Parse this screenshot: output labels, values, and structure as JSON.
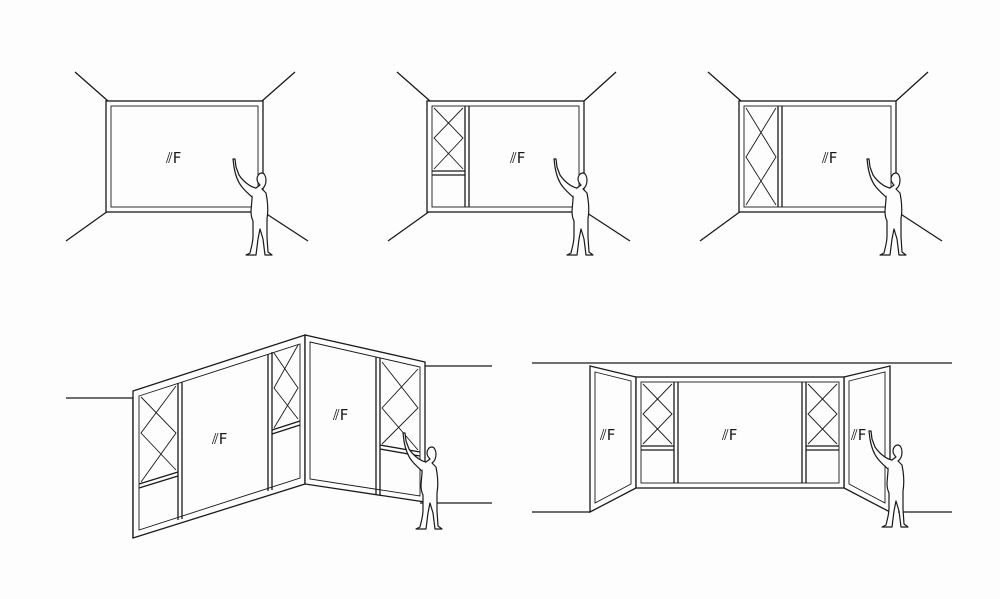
{
  "glass_label": "⫽F",
  "diagrams": [
    {
      "name": "single-fixed-window",
      "labels": [
        "⫽F"
      ]
    },
    {
      "name": "fixed-window-with-left-casement-and-bottom-panel",
      "labels": [
        "⫽F"
      ]
    },
    {
      "name": "fixed-window-with-left-full-height-casement",
      "labels": [
        "⫽F"
      ]
    },
    {
      "name": "corner-window-assembly",
      "labels": [
        "⫽F",
        "⫽F"
      ]
    },
    {
      "name": "bay-window-assembly",
      "labels": [
        "⫽F",
        "⫽F",
        "⫽F"
      ]
    }
  ]
}
